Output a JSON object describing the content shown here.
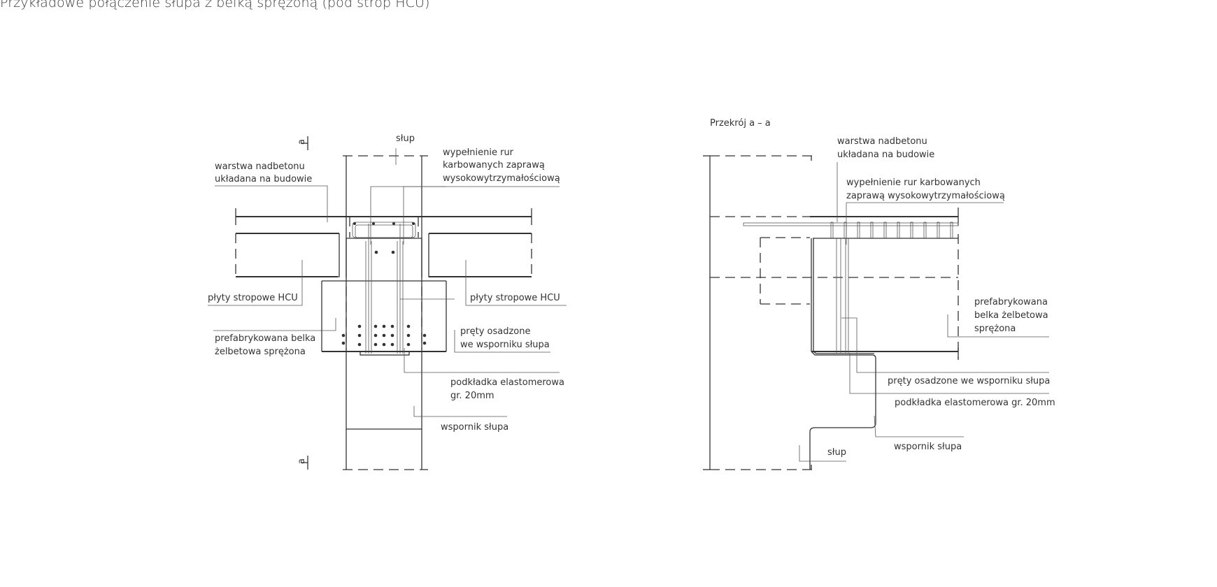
{
  "title": "Przykładowe połączenie słupa z belką sprężoną (pod strop HCU)",
  "left": {
    "section_mark_top": "a",
    "section_mark_bottom": "a",
    "labels": {
      "slup": "słup",
      "warstwa_1": "warstwa nadbetonu",
      "warstwa_2": "układana na budowie",
      "wypelnienie_1": "wypełnienie rur",
      "wypelnienie_2": "karbowanych zaprawą",
      "wypelnienie_3": "wysokowytrzymałościową",
      "plyty_left": "płyty stropowe HCU",
      "plyty_right": "płyty stropowe HCU",
      "belka_1": "prefabrykowana belka",
      "belka_2": "żelbetowa sprężona",
      "prety_1": "pręty osadzone",
      "prety_2": "we wsporniku słupa",
      "podkladka_1": "podkładka elastomerowa",
      "podkladka_2": "gr. 20mm",
      "wspornik": "wspornik słupa"
    }
  },
  "right": {
    "section_title": "Przekrój a – a",
    "labels": {
      "warstwa_1": "warstwa nadbetonu",
      "warstwa_2": "układana na budowie",
      "wypelnienie_1": "wypełnienie rur karbowanych",
      "wypelnienie_2": "zaprawą wysokowytrzymałościową",
      "belka_1": "prefabrykowana",
      "belka_2": "belka żelbetowa",
      "belka_3": "sprężona",
      "prety": "pręty osadzone we wsporniku słupa",
      "podkladka": "podkładka elastomerowa gr. 20mm",
      "wspornik": "wspornik słupa",
      "slup": "słup"
    }
  }
}
